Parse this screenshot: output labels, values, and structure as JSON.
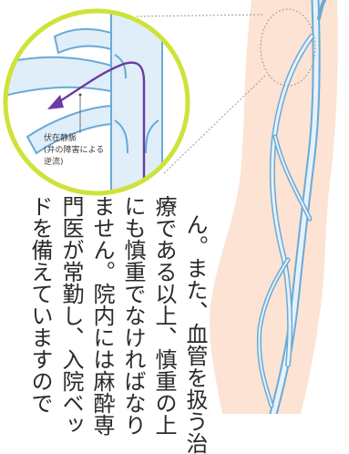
{
  "diagram": {
    "callout_lines": [
      "伏在静脈",
      "(弁の障害による",
      "逆流)"
    ]
  },
  "body_text": {
    "columns": [
      "ん。また、血管を扱う治",
      "療である以上、慎重の上",
      "にも慎重でなければなり",
      "ません。院内には麻酔専",
      "門医が常勤し、入院ベッ",
      "ドを備えていますので"
    ]
  },
  "colors": {
    "skin": "#fce3d3",
    "vein_fill": "#dfeef9",
    "vein_outline": "#6aaad6",
    "circle_border": "#cfe23a",
    "flow_arrow": "#6b3aa2"
  }
}
